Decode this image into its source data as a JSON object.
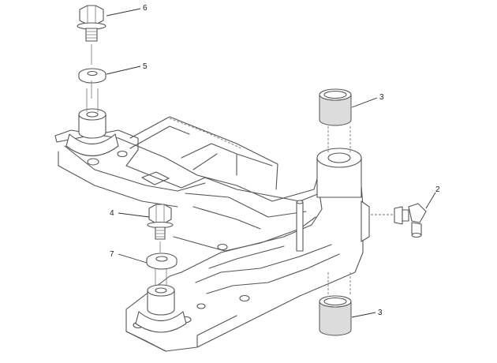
{
  "callouts": [
    {
      "id": "6",
      "label": "6"
    },
    {
      "id": "5",
      "label": "5"
    },
    {
      "id": "3a",
      "label": "3"
    },
    {
      "id": "2",
      "label": "2"
    },
    {
      "id": "4",
      "label": "4"
    },
    {
      "id": "7",
      "label": "7"
    },
    {
      "id": "3b",
      "label": "3"
    }
  ]
}
